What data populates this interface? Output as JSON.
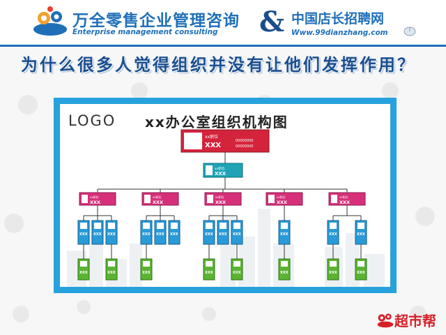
{
  "header": {
    "brand_cn": "万全零售企业管理咨询",
    "brand_en": "Enterprise management consulting",
    "ampersand": "&",
    "partner_cn": "中国店长招聘网",
    "partner_url": "Www.99dianzhang.com"
  },
  "slide": {
    "title": "为什么很多人觉得组织并没有让他们发挥作用？"
  },
  "org_chart": {
    "logo_text": "LOGO",
    "title": "xx办公室组织机构图",
    "top_box": {
      "label": "xx职位",
      "name": "XXX",
      "info": "00000000"
    },
    "placeholder_name": "XXX",
    "placeholder_label": "xx职位"
  },
  "footer": {
    "brand": "超市帮"
  },
  "colors": {
    "primary_blue": "#1f6fb8",
    "frame_blue": "#27a2dd",
    "top_red": "#d4243c",
    "teal": "#1fa3b5",
    "magenta": "#d6307a",
    "cyan": "#2a9ad8",
    "green": "#5ab331",
    "footer_red": "#d52027"
  }
}
